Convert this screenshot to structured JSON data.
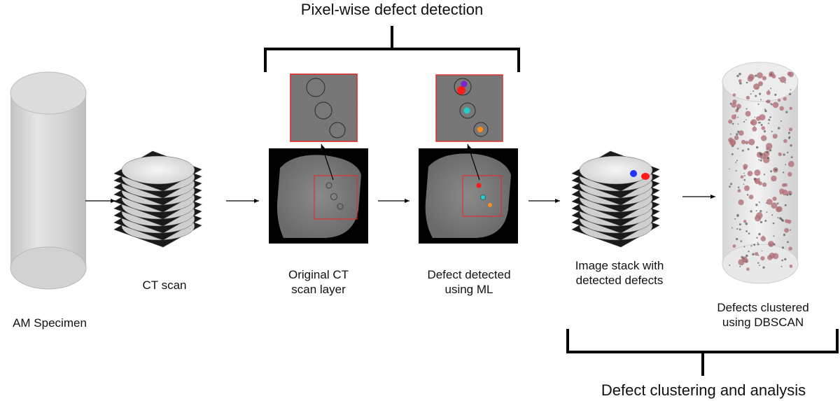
{
  "labels": {
    "pixel_header": "Pixel-wise defect detection",
    "am_specimen": "AM Specimen",
    "ct_scan": "CT scan",
    "original_layer": "Original CT\nscan layer",
    "defect_detected": "Defect detected\nusing ML",
    "image_stack": "Image stack with\ndetected defects",
    "defects_clustered": "Defects clustered\nusing DBSCAN",
    "cluster_header": "Defect clustering and analysis"
  },
  "colors": {
    "highlight_box": "#e03030",
    "defect_red": "#ff1a1a",
    "defect_blue": "#2233ff",
    "defect_cyan": "#22cccc",
    "defect_orange": "#ff8c1a",
    "defect_purple": "#7a22cc",
    "cluster_particles": "#b07078"
  }
}
